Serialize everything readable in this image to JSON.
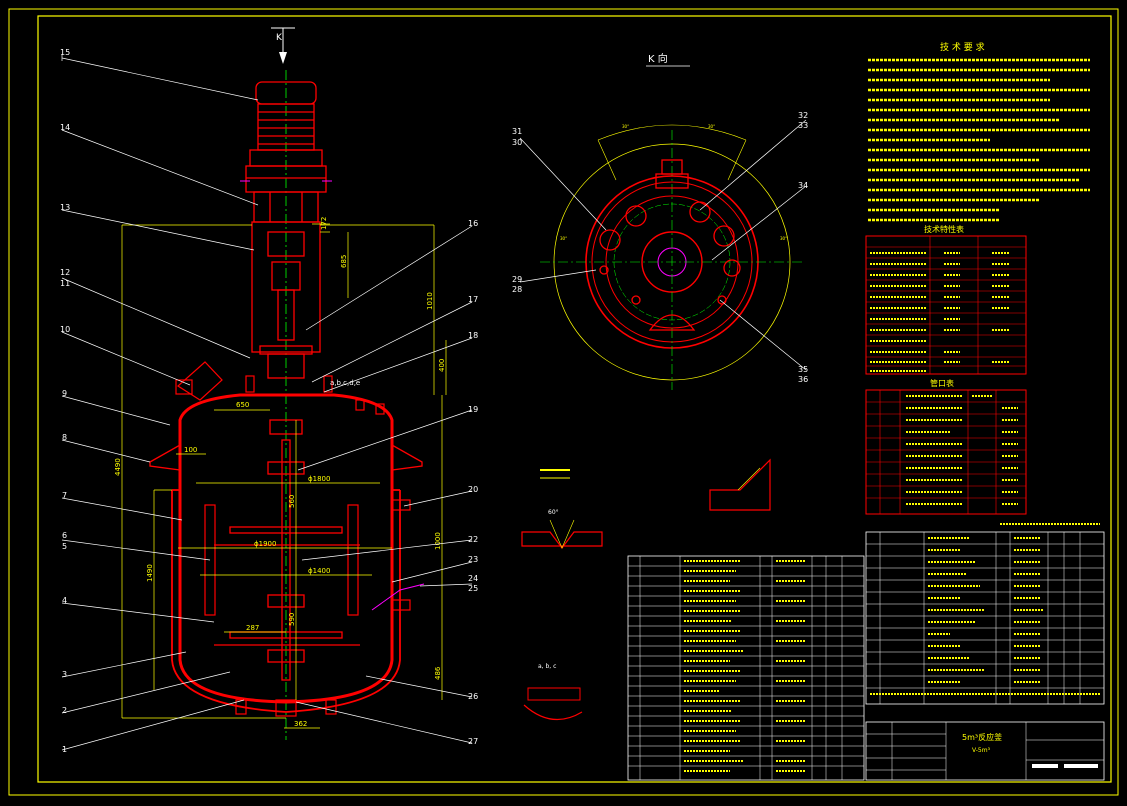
{
  "colors": {
    "background": "#000000",
    "frame": "#ffff00",
    "vessel": "#ff0000",
    "shaft": "#00ff00",
    "dimension": "#ffff00",
    "leader": "#ffffff",
    "accent": "#ff00ff",
    "note": "#00ffff"
  },
  "view": {
    "top_arrow_label": "K",
    "k_view_title": "K 向"
  },
  "part_callouts_left": [
    "15",
    "14",
    "13",
    "12",
    "11",
    "10",
    "9",
    "8",
    "7",
    "6",
    "5",
    "4",
    "3",
    "2",
    "1"
  ],
  "part_callouts_right": [
    "16",
    "17",
    "18",
    "19",
    "20",
    "22",
    "23",
    "24",
    "25",
    "26",
    "27"
  ],
  "k_view_callouts": [
    "31",
    "30",
    "29",
    "28",
    "32",
    "33",
    "34",
    "35",
    "36"
  ],
  "dimensions": {
    "d1900": "ϕ1900",
    "d1800": "ϕ1800",
    "d1400": "ϕ1400",
    "w650": "650",
    "w100": "100",
    "w287": "287",
    "w362": "362",
    "h172": "172",
    "h685": "685",
    "h4490": "4490",
    "h1490": "1490",
    "h1010": "1010",
    "h560": "560",
    "h590": "590",
    "h1000": "1000",
    "h486": "486",
    "h400": "400",
    "a30": "30°",
    "a60": "60°",
    "nozzle_letters": "a,b,c,d,e"
  },
  "technical_requirements": {
    "title": "技 术 要 求"
  },
  "tech_spec_table": {
    "title": "技术特性表"
  },
  "nozzle_table": {
    "title": "管口表"
  },
  "title_block": {
    "name": "5m³反应釜",
    "drawing_no": "V-5m³"
  }
}
